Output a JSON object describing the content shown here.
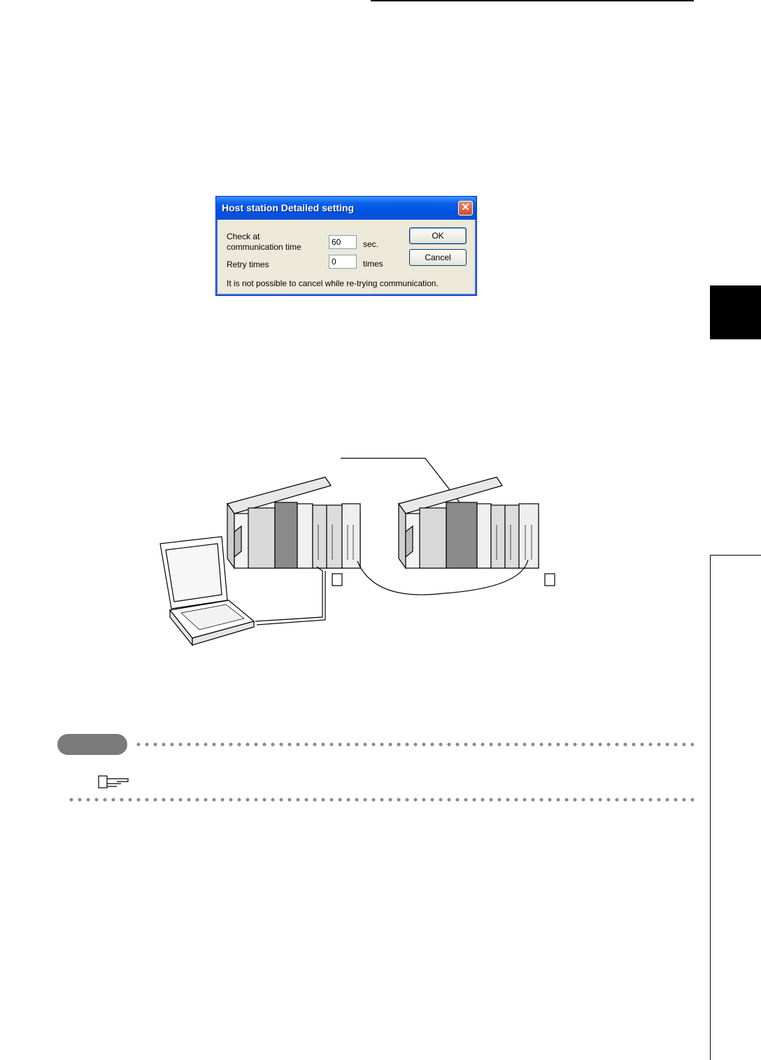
{
  "dialog": {
    "title": "Host station Detailed setting",
    "close_glyph": "✕",
    "check_label_line1": "Check at",
    "check_label_line2": "communication time",
    "check_value": "60",
    "check_unit": "sec.",
    "retry_label": "Retry times",
    "retry_value": "0",
    "retry_unit": "times",
    "ok_label": "OK",
    "cancel_label": "Cancel",
    "note": "It is not possible to cancel while re-trying communication."
  },
  "icons": {
    "close": "close-icon",
    "reference": "reference-hand-icon"
  },
  "colors": {
    "titlebar": "#0054e3",
    "dialog_bg": "#ece9d8",
    "chapter_tab": "#000000",
    "note_pill": "#7a7a7a"
  }
}
